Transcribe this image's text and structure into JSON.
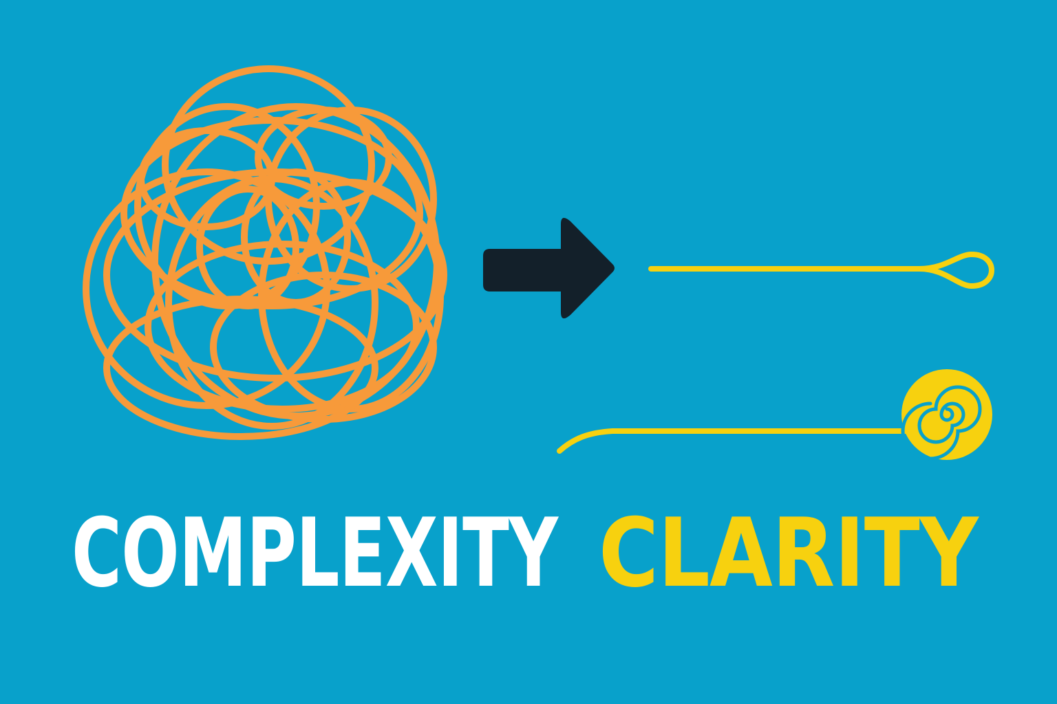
{
  "colors": {
    "background": "#08a1cb",
    "tangle": "#f79a3a",
    "arrow": "#13202a",
    "clarity_lines": "#f7d10f",
    "complexity_text": "#ffffff",
    "clarity_text": "#f7d10f"
  },
  "labels": {
    "left": "COMPLEXITY",
    "right": "CLARITY"
  },
  "icons": {
    "tangle": "tangled-knot",
    "arrow": "right-arrow",
    "straight_line": "straight-thread-with-loop",
    "coiled_line": "thread-ending-in-spiral"
  }
}
